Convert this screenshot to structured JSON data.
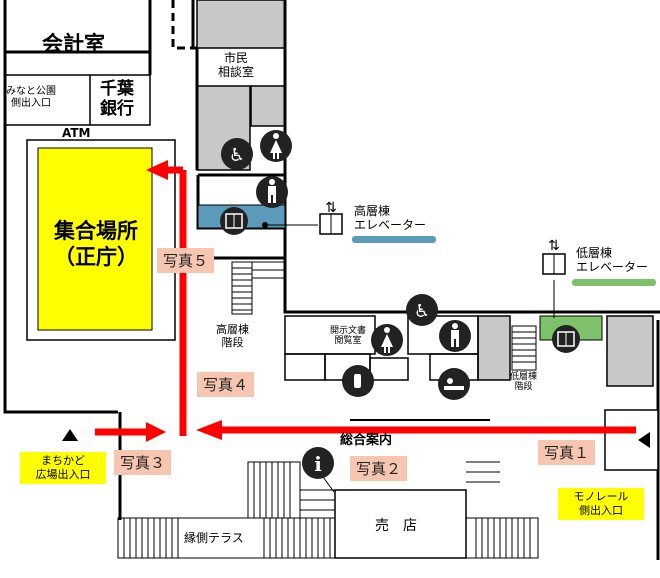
{
  "rooms": {
    "accounting": "会計室",
    "minato_park_entrance": "みなと公園\n側出入口",
    "chiba_bank": "千葉\n銀行",
    "atm": "ATM",
    "assembly_area": "集合場所\n（正庁）",
    "citizen_consultation": "市民\n相談室",
    "high_rise_elevator": "高層棟\nエレベーター",
    "low_rise_elevator": "低層棟\nエレベーター",
    "high_rise_stairs": "高層棟\n階段",
    "low_rise_stairs": "低層棟\n階段",
    "public_documents": "開示文書\n閲覧室",
    "general_info": "総合案内",
    "shop": "売　店",
    "veranda": "縁側テラス",
    "machikado_entrance": "まちかど\n広場出入口",
    "monorail_entrance": "モノレール\n側出入口"
  },
  "photos": [
    "写真１",
    "写真２",
    "写真３",
    "写真４",
    "写真５"
  ],
  "colors": {
    "assembly": "#ffff00",
    "route": "#ff0000",
    "high_rise_elevator": "#5b9bb9",
    "low_rise_elevator": "#7fc06a",
    "photo_label": "#f6c6b0",
    "entrance_label": "#ffff00",
    "wall_gray": "#c8c8c8"
  },
  "icons": [
    "wheelchair-icon",
    "female-icon",
    "male-icon",
    "elevator-icon",
    "baby-changing-icon",
    "baby-bottle-icon",
    "information-icon",
    "entrance-triangle-icon"
  ]
}
